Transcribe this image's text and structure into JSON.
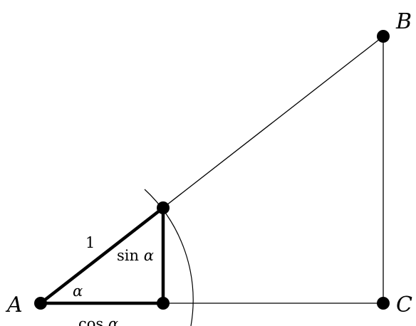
{
  "diagram": {
    "points": {
      "A": "A",
      "B": "B",
      "C": "C"
    },
    "labels": {
      "hypotenuse": "1",
      "sin_fn": "sin",
      "cos_fn": "cos",
      "alpha": "α"
    },
    "colors": {
      "stroke": "#000000",
      "background": "#ffffff"
    }
  }
}
